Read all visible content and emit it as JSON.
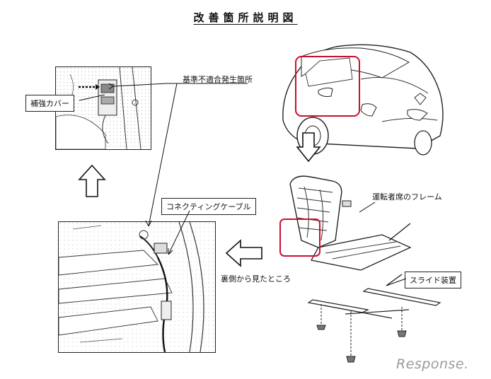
{
  "title": "改善箇所説明図",
  "labels": {
    "noncompliance_location": "基準不適合発生箇所",
    "reinforcement_cover": "補強カバー",
    "connecting_cable": "コネクティングケーブル",
    "driver_seat_frame": "運転者席のフレーム",
    "slide_device": "スライド装置",
    "view_from_back": "裏側から見たところ"
  },
  "watermark": "Response.",
  "colors": {
    "highlight": "#c8102e",
    "line": "#222222"
  }
}
